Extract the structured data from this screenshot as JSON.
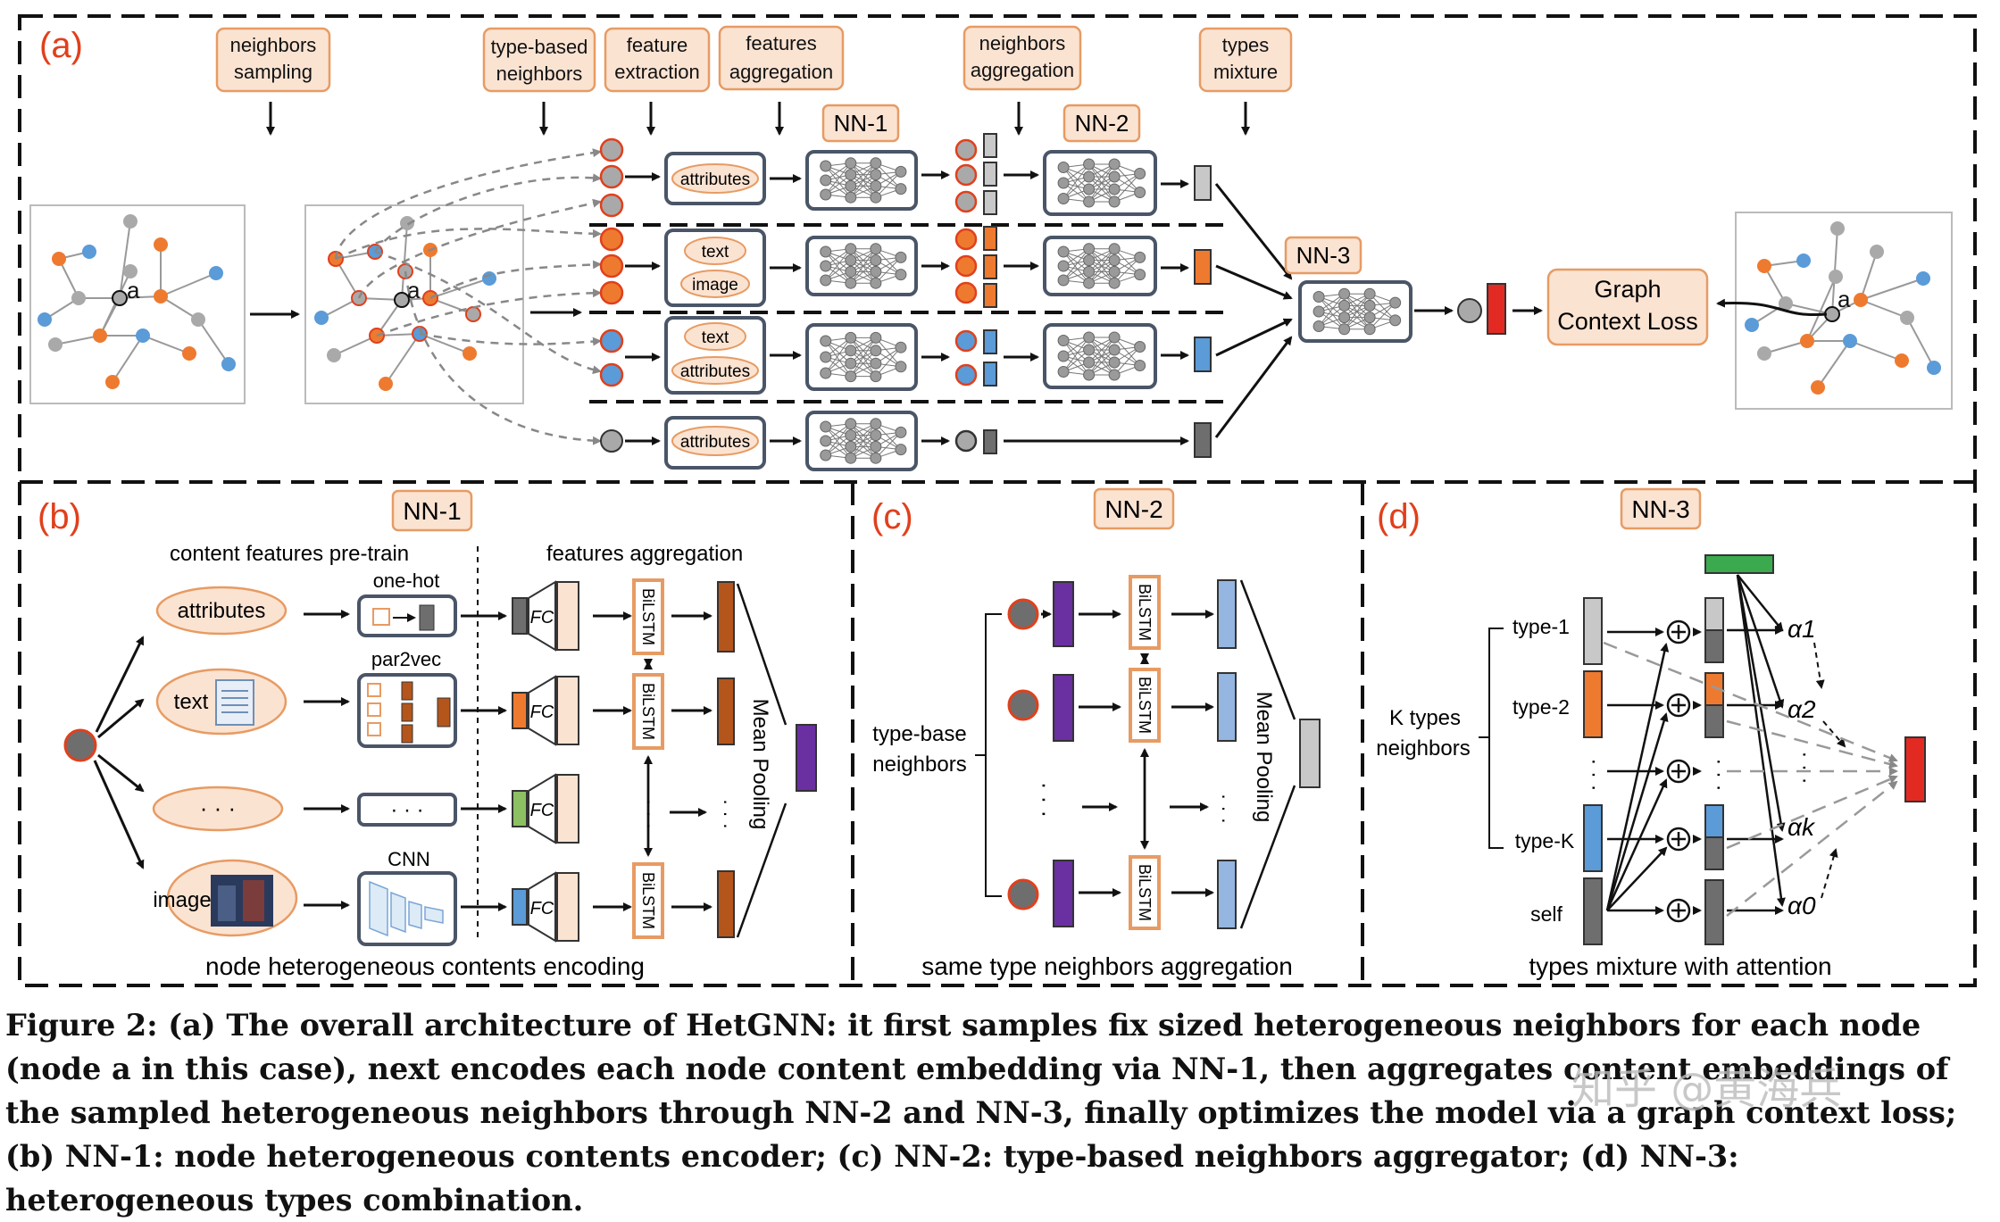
{
  "panel_labels": {
    "a": "(a)",
    "b": "(b)",
    "c": "(c)",
    "d": "(d)"
  },
  "panel_a": {
    "steps": [
      [
        "neighbors",
        "sampling"
      ],
      [
        "type-based",
        "neighbors"
      ],
      [
        "feature",
        "extraction"
      ],
      [
        "features",
        "aggregation"
      ],
      [
        "neighbors",
        "aggregation"
      ],
      [
        "types",
        "mixture"
      ]
    ],
    "nn1": "NN-1",
    "nn2": "NN-2",
    "nn3": "NN-3",
    "node_label": "a",
    "feat_attributes": "attributes",
    "feat_text": "text",
    "feat_image": "image",
    "loss": [
      "Graph",
      "Context Loss"
    ]
  },
  "panel_b": {
    "title": "NN-1",
    "pretrain": "content features pre-train",
    "features_agg": "features aggregation",
    "one_hot": "one-hot",
    "par2vec": "par2vec",
    "cnn": "CNN",
    "attributes": "attributes",
    "text": "text",
    "dots": "· · ·",
    "image": "image",
    "fc": "FC",
    "bilstm": "BiLSTM",
    "mean_pooling": "Mean Pooling",
    "caption": "node heterogeneous contents encoding"
  },
  "panel_c": {
    "title": "NN-2",
    "type_base": [
      "type-base",
      "neighbors"
    ],
    "bilstm": "BiLSTM",
    "mean_pooling": "Mean Pooling",
    "caption": "same type neighbors aggregation"
  },
  "panel_d": {
    "title": "NN-3",
    "k_types": [
      "K types",
      "neighbors"
    ],
    "type1": "type-1",
    "type2": "type-2",
    "typeK": "type-K",
    "self": "self",
    "alpha1": "α1",
    "alpha2": "α2",
    "alphak": "αk",
    "alpha0": "α0",
    "caption": "types mixture with attention"
  },
  "caption": "Figure 2: (a) The overall architecture of HetGNN: it first samples fix sized heterogeneous neighbors for each node (node a in this case), next encodes each node content embedding via NN-1, then aggregates content embeddings of the sampled heterogeneous neighbors through NN-2 and NN-3, finally optimizes the model via a graph context loss; (b) NN-1: node heterogeneous contents encoder; (c) NN-2: type-based neighbors aggregator; (d) NN-3: heterogeneous types combination.",
  "watermark": "知乎 @黄海兵",
  "colors": {
    "orange": "#EE7A30",
    "blue": "#5A9BD8",
    "gray": "#A9A9A9",
    "darkgray": "#6E6E6E",
    "peach": "#FBE3D2",
    "peach_border": "#E79B63",
    "red_label": "#E0401C",
    "purple": "#6A2FA0",
    "brown": "#B4561C",
    "lightblue": "#94B6E0",
    "green": "#3BAA4F",
    "red": "#E32A22"
  }
}
